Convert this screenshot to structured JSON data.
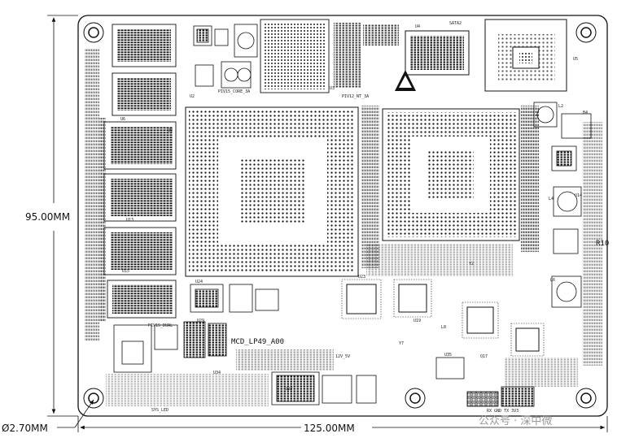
{
  "dimensions": {
    "height_label": "95.00MM",
    "width_label": "125.00MM",
    "hole_label": "Ø2.70MM"
  },
  "board": {
    "name": "MCD_LP49_A00"
  },
  "labels": {
    "u2": "U2",
    "u3": "U3",
    "u4": "U4",
    "u5": "U5",
    "u6": "U6",
    "u9": "U9",
    "u13": "U13",
    "u14": "U14",
    "u15": "U15",
    "u19": "U19",
    "u23": "U23",
    "u24": "U24",
    "u29": "U29",
    "u33": "U33",
    "u34": "U34",
    "u35": "U35",
    "u38": "U38",
    "sata2": "SATA2",
    "pmic_core": "PIV15_CORE_3A",
    "piv_nt": "PIV12_NT_3A",
    "piv_dual": "PIV15_DUAL",
    "y2": "Y2",
    "y7": "Y7",
    "q17": "Q17",
    "q18": "Q18",
    "l2": "L2",
    "l4": "L4",
    "l6": "L6",
    "l8": "L8",
    "b4": "B4",
    "r10": "R10",
    "v12": "12V_5V",
    "sys_led": "SYS_LED",
    "fan": "RX GND TX 3V3"
  },
  "watermark": {
    "text": "公众号 · 深中微"
  }
}
